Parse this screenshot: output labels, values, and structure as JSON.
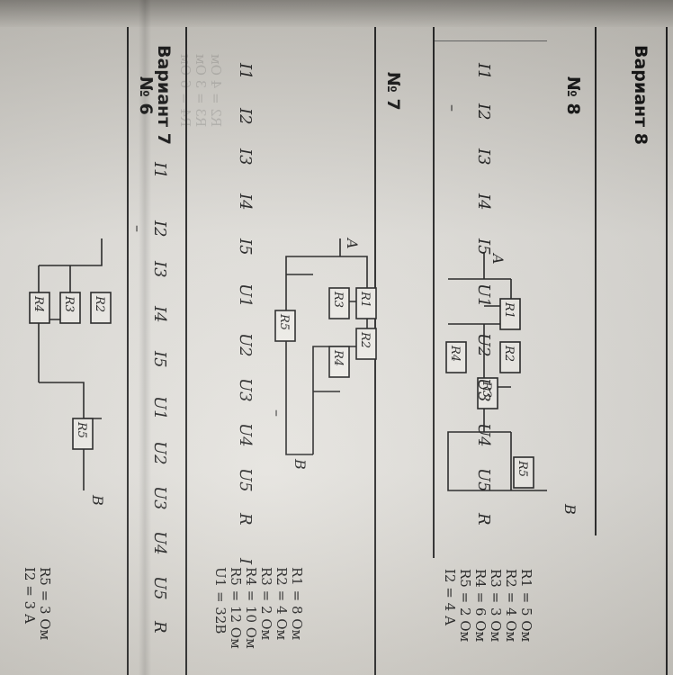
{
  "title": "Вариант 8",
  "variants": [
    {
      "title": "Вариант 8",
      "task_number": "№ 8",
      "empty_value": "–",
      "terminal_a": "A",
      "terminal_b": "B",
      "resistors": [
        "R1",
        "R2",
        "R3",
        "R4",
        "R5"
      ],
      "given": [
        "R1 = 5 Ом",
        "R2 = 4 Ом",
        "R3 = 3 Ом",
        "R4 = 6 Ом",
        "R5 = 2 Ом",
        "I2 = 4 А"
      ]
    },
    {
      "title": "Вариант 7",
      "task_number": "№ 7",
      "empty_value": "–",
      "terminal_a": "A",
      "terminal_b": "B",
      "resistors": [
        "R1",
        "R2",
        "R3",
        "R4",
        "R5"
      ],
      "given": [
        "R1 = 8 Ом",
        "R2 = 4 Ом",
        "R3 = 2 Ом",
        "R4 = 10 Ом",
        "R5 = 12 Ом",
        "U1 = 32В"
      ]
    },
    {
      "task_number": "№ 6",
      "empty_value": "–",
      "terminal_b": "B",
      "resistors": [
        "R2",
        "R3",
        "R4",
        "R5"
      ],
      "given": [
        "R5 = 3 Ом",
        "I2 = 3 А"
      ]
    }
  ],
  "table_headers": [
    "I1",
    "I2",
    "I3",
    "I4",
    "I5",
    "U1",
    "U2",
    "U3",
    "U4",
    "U5",
    "R",
    "I"
  ]
}
